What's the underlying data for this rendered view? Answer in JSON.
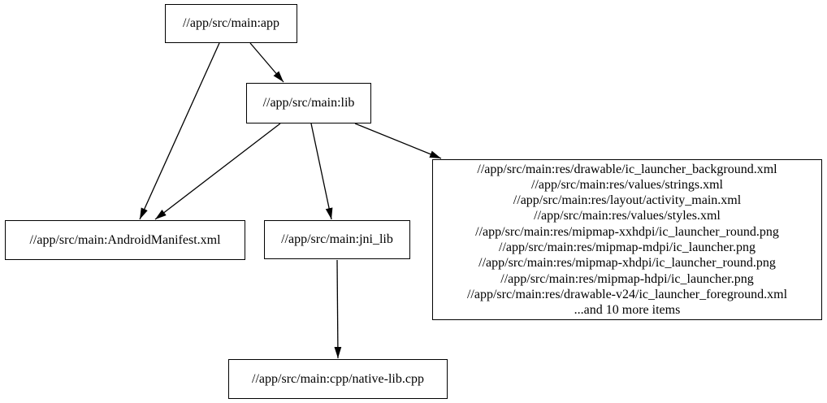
{
  "diagram": {
    "type": "dependency-graph",
    "description": "Build target dependency graph",
    "colors": {
      "stroke": "#000000",
      "background": "#ffffff"
    },
    "nodes": [
      {
        "id": "app",
        "label": "//app/src/main:app"
      },
      {
        "id": "lib",
        "label": "//app/src/main:lib"
      },
      {
        "id": "manifest",
        "label": "//app/src/main:AndroidManifest.xml"
      },
      {
        "id": "jni_lib",
        "label": "//app/src/main:jni_lib"
      },
      {
        "id": "res",
        "lines": [
          "//app/src/main:res/drawable/ic_launcher_background.xml",
          "//app/src/main:res/values/strings.xml",
          "//app/src/main:res/layout/activity_main.xml",
          "//app/src/main:res/values/styles.xml",
          "//app/src/main:res/mipmap-xxhdpi/ic_launcher_round.png",
          "//app/src/main:res/mipmap-mdpi/ic_launcher.png",
          "//app/src/main:res/mipmap-xhdpi/ic_launcher_round.png",
          "//app/src/main:res/mipmap-hdpi/ic_launcher.png",
          "//app/src/main:res/drawable-v24/ic_launcher_foreground.xml",
          "...and 10 more items"
        ]
      },
      {
        "id": "cpp",
        "label": "//app/src/main:cpp/native-lib.cpp"
      }
    ],
    "edges": [
      {
        "from": "app",
        "to": "lib"
      },
      {
        "from": "app",
        "to": "manifest"
      },
      {
        "from": "lib",
        "to": "manifest"
      },
      {
        "from": "lib",
        "to": "jni_lib"
      },
      {
        "from": "lib",
        "to": "res"
      },
      {
        "from": "jni_lib",
        "to": "cpp"
      }
    ]
  }
}
